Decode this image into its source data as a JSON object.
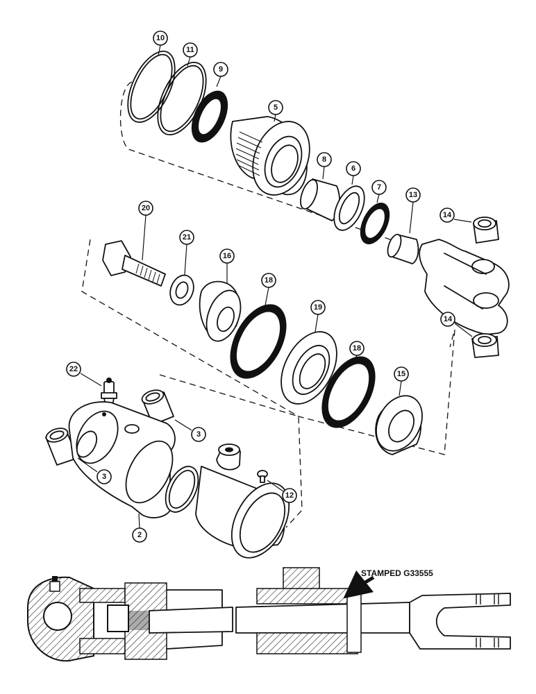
{
  "callouts": {
    "c10": "10",
    "c11": "11",
    "c9": "9",
    "c5": "5",
    "c8": "8",
    "c6": "6",
    "c7": "7",
    "c13": "13",
    "c14a": "14",
    "c14b": "14",
    "c20": "20",
    "c21": "21",
    "c16": "16",
    "c18a": "18",
    "c19": "19",
    "c18b": "18",
    "c15": "15",
    "c22": "22",
    "c3a": "3",
    "c3b": "3",
    "c2": "2",
    "c12": "12"
  },
  "stamp_label": "STAMPED G33555"
}
